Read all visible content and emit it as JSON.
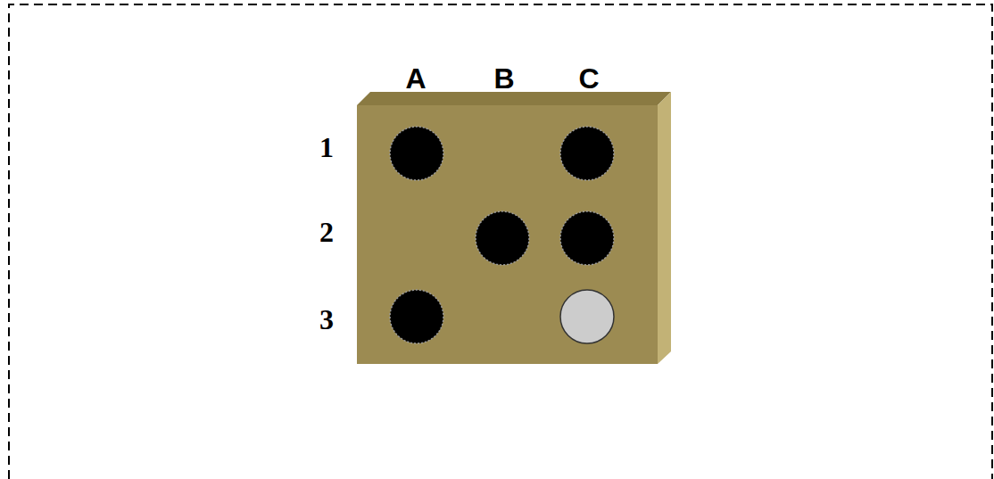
{
  "diagram": {
    "labels": [
      "A",
      "B",
      "C",
      "1",
      "2",
      "3"
    ]
  }
}
